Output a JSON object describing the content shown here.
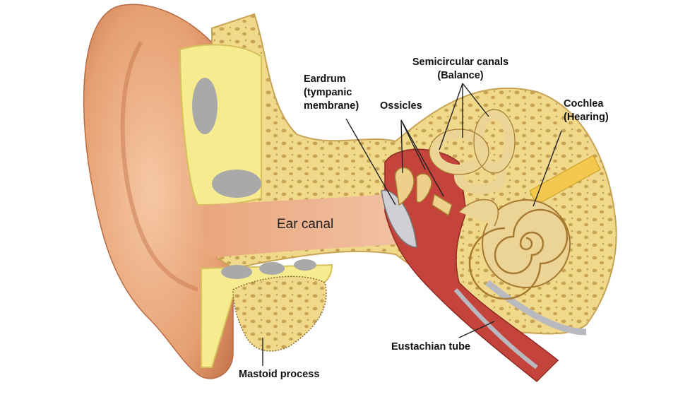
{
  "labels": {
    "semicircular_title": "Semicircular canals",
    "semicircular_sub": "(Balance)",
    "eardrum_1": "Eardrum",
    "eardrum_2": "(tympanic",
    "eardrum_3": "membrane)",
    "ossicles": "Ossicles",
    "cochlea_1": "Cochlea",
    "cochlea_2": "(Hearing)",
    "ear_canal": "Ear canal",
    "eustachian": "Eustachian tube",
    "mastoid": "Mastoid process"
  },
  "colors": {
    "skin": "#e9a77c",
    "bone": "#f3e68c",
    "spongy_bone": "#e8cf85",
    "middle_ear": "#c4433a",
    "cochlea": "#ecd396",
    "eardrum": "#c9c9cc"
  }
}
